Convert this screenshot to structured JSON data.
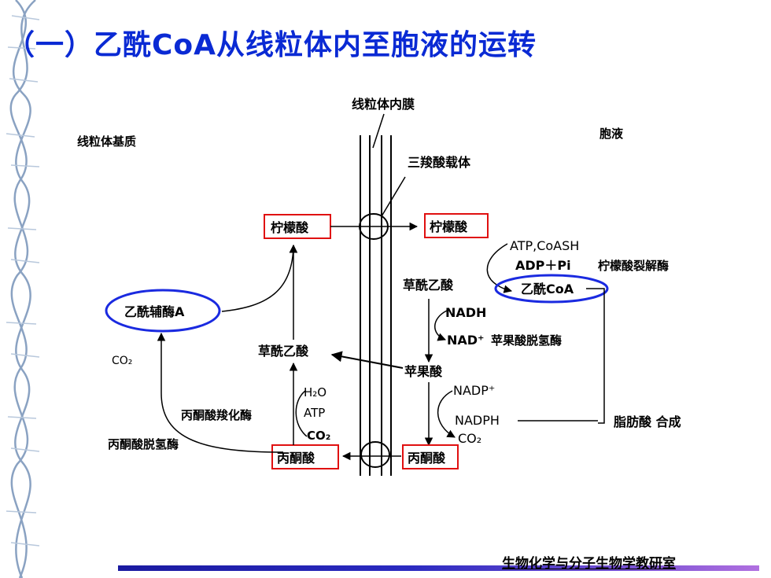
{
  "title": "（一）乙酰CoA从线粒体内至胞液的运转",
  "footer": "生物化学与分子生物学教研室",
  "colors": {
    "title": "#0a2ad4",
    "highlight_box": "#e01010",
    "highlight_ellipse": "#1a2ae0"
  },
  "diagram": {
    "membrane_label": "线粒体内膜",
    "matrix_label": "线粒体基质",
    "cytosol_label": "胞液",
    "carrier_label": "三羧酸载体",
    "citrate_left": "柠檬酸",
    "citrate_right": "柠檬酸",
    "atp_coash": "ATP,CoASH",
    "adp_pi": "ADP＋Pi",
    "citrate_lyase": "柠檬酸裂解酶",
    "oxaloacetate_right": "草酰乙酸",
    "acetyl_coa_right": "乙酰CoA",
    "nadh": "NADH",
    "nad": "NAD⁺",
    "malate_dh": "苹果酸脱氢酶",
    "malate": "苹果酸",
    "nadp": "NADP⁺",
    "nadph": "NADPH",
    "co2_right": "CO₂",
    "fatty_acid_synthesis": "脂肪酸 合成",
    "pyruvate_right": "丙酮酸",
    "acetyl_coa_left": "乙酰辅酶A",
    "co2_left": "CO₂",
    "oxaloacetate_left": "草酰乙酸",
    "h2o": "H₂O",
    "atp": "ATP",
    "co2_mid": "CO₂",
    "pyruvate_carboxylase": "丙酮酸羧化酶",
    "pyruvate_dh": "丙酮酸脱氢酶",
    "pyruvate_left": "丙酮酸"
  }
}
